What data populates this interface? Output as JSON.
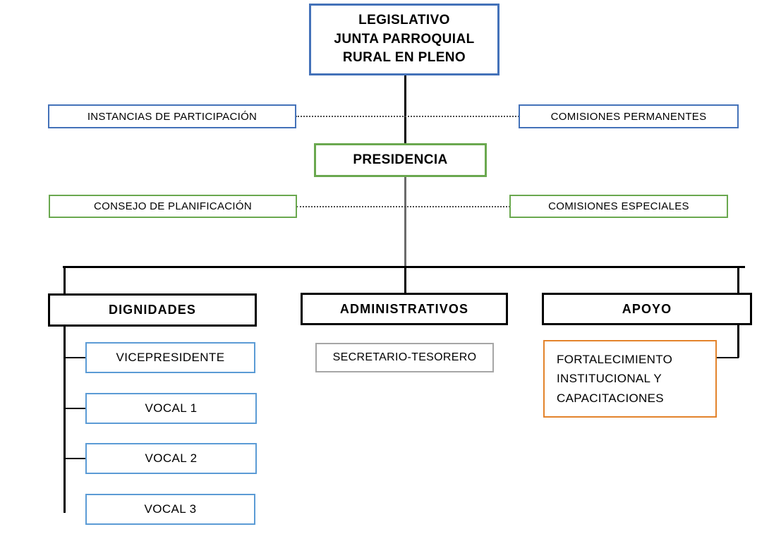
{
  "diagram": {
    "title": "Organigrama GAD Parroquial Rural",
    "colors": {
      "blue": "#4472b9",
      "green": "#6aa84f",
      "black": "#000000",
      "light_blue": "#5b9bd5",
      "gray": "#a6a6a6",
      "orange": "#e3832b"
    }
  },
  "nodes": {
    "legislativo": {
      "label": "LEGISLATIVO\nJUNTA PARROQUIAL\nRURAL EN PLENO"
    },
    "instancias_participacion": {
      "label": "INSTANCIAS  DE PARTICIPACIÓN"
    },
    "comisiones_permanentes": {
      "label": "COMISIONES  PERMANENTES"
    },
    "presidencia": {
      "label": "PRESIDENCIA"
    },
    "consejo_planificacion": {
      "label": "CONSEJO DE PLANIFICACIÓN"
    },
    "comisiones_especiales": {
      "label": "COMISIONES  ESPECIALES"
    },
    "dignidades": {
      "label": "DIGNIDADES"
    },
    "administrativos": {
      "label": "ADMINISTRATIVOS"
    },
    "apoyo": {
      "label": "APOYO"
    },
    "vicepresidente": {
      "label": "VICEPRESIDENTE"
    },
    "vocal_1": {
      "label": "VOCAL 1"
    },
    "vocal_2": {
      "label": "VOCAL 2"
    },
    "vocal_3": {
      "label": "VOCAL 3"
    },
    "secretario_tesorero": {
      "label": "SECRETARIO-TESORERO"
    },
    "fortalecimiento": {
      "label": "FORTALECIMIENTO\nINSTITUCIONAL   Y\nCAPACITACIONES"
    }
  }
}
